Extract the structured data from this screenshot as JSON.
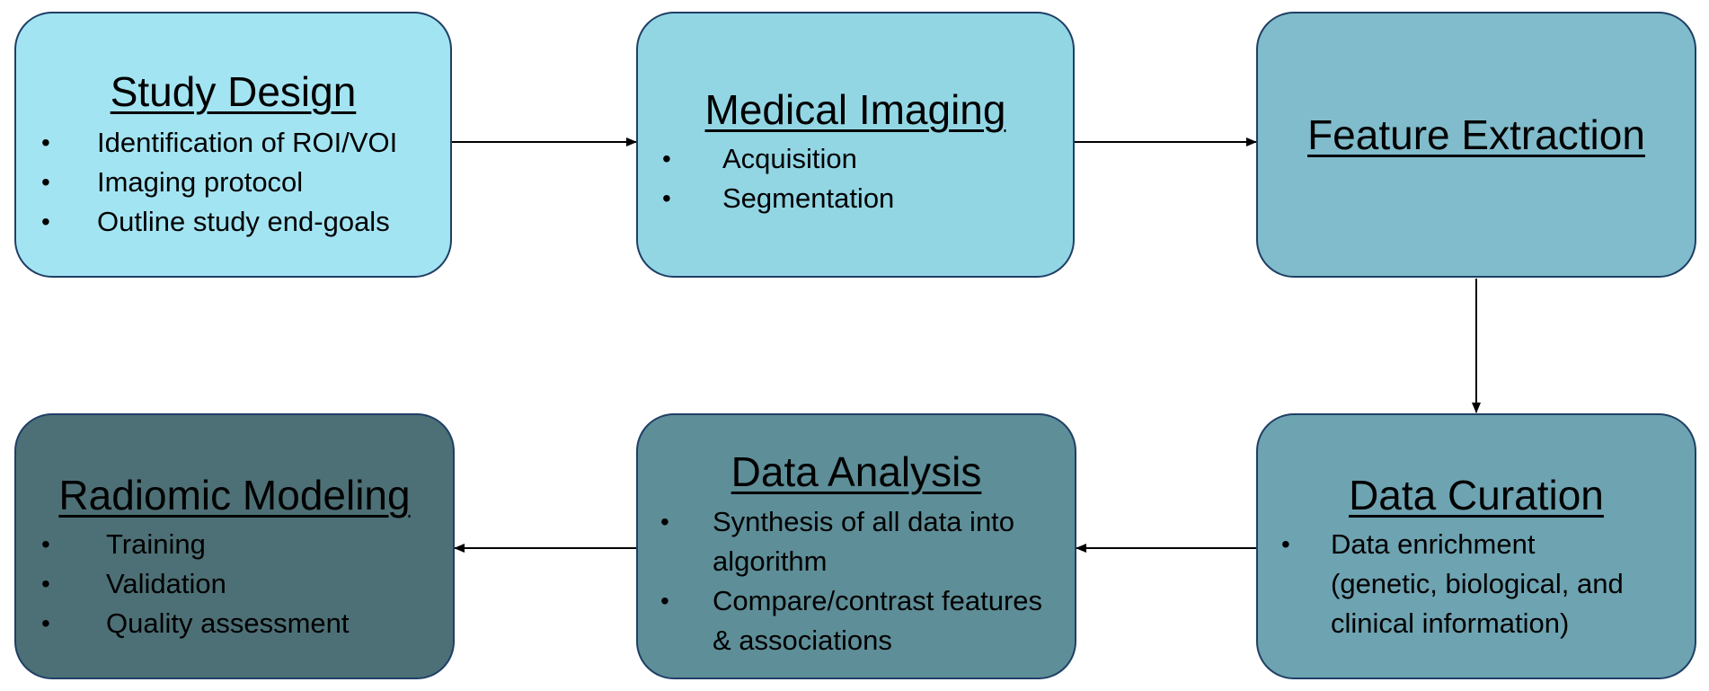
{
  "diagram": {
    "boxes": [
      {
        "title": "Study Design",
        "items": [
          "Identification of ROI/VOI",
          "Imaging protocol",
          "Outline study end-goals"
        ],
        "color": "#a3e4f2"
      },
      {
        "title": "Medical Imaging",
        "items": [
          "Acquisition",
          "Segmentation"
        ],
        "color": "#92d6e4"
      },
      {
        "title": "Feature Extraction",
        "items": [],
        "color": "#80bccb"
      },
      {
        "title": "Data Curation",
        "items": [
          "Data enrichment (genetic, biological, and clinical information)"
        ],
        "color": "#6ea3b1"
      },
      {
        "title": "Data Analysis",
        "items": [
          "Synthesis of all data into algorithm",
          "Compare/contrast features & associations"
        ],
        "color": "#5e8e98"
      },
      {
        "title": "Radiomic Modeling",
        "items": [
          "Training",
          "Validation",
          "Quality assessment"
        ],
        "color": "#4d7076"
      }
    ],
    "bullet_symbol": "•",
    "edges": [
      {
        "from": "Study Design",
        "to": "Medical Imaging"
      },
      {
        "from": "Medical Imaging",
        "to": "Feature Extraction"
      },
      {
        "from": "Feature Extraction",
        "to": "Data Curation"
      },
      {
        "from": "Data Curation",
        "to": "Data Analysis"
      },
      {
        "from": "Data Analysis",
        "to": "Radiomic Modeling"
      }
    ]
  }
}
